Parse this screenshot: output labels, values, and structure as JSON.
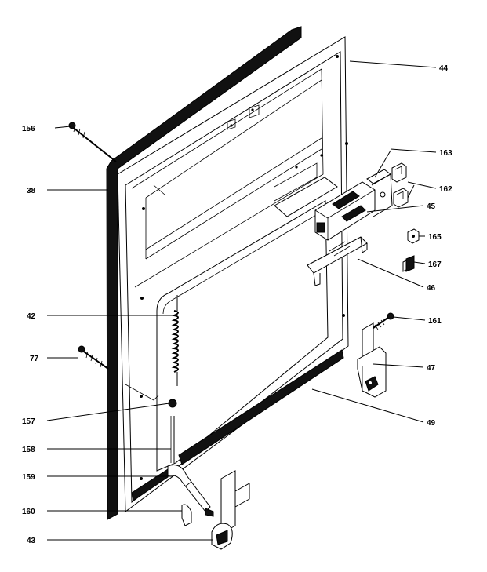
{
  "callouts": [
    {
      "id": "c44",
      "label": "44"
    },
    {
      "id": "c156",
      "label": "156"
    },
    {
      "id": "c163",
      "label": "163"
    },
    {
      "id": "c38",
      "label": "38"
    },
    {
      "id": "c162",
      "label": "162"
    },
    {
      "id": "c45",
      "label": "45"
    },
    {
      "id": "c165",
      "label": "165"
    },
    {
      "id": "c167",
      "label": "167"
    },
    {
      "id": "c46",
      "label": "46"
    },
    {
      "id": "c42",
      "label": "42"
    },
    {
      "id": "c161",
      "label": "161"
    },
    {
      "id": "c77",
      "label": "77"
    },
    {
      "id": "c47",
      "label": "47"
    },
    {
      "id": "c157",
      "label": "157"
    },
    {
      "id": "c49",
      "label": "49"
    },
    {
      "id": "c158",
      "label": "158"
    },
    {
      "id": "c159",
      "label": "159"
    },
    {
      "id": "c160",
      "label": "160"
    },
    {
      "id": "c43",
      "label": "43"
    }
  ]
}
